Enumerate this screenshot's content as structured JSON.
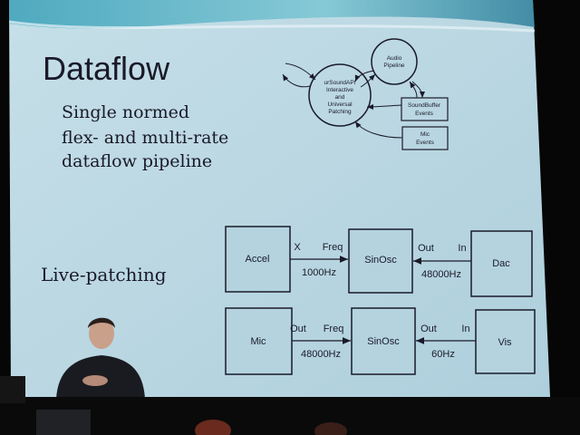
{
  "slide": {
    "title": "Dataflow",
    "bullet_lines": [
      "Single normed",
      "flex- and multi-rate",
      "dataflow pipeline"
    ],
    "subheading": "Live-patching",
    "top_diagram": {
      "main_node": [
        "urSoundAPI",
        "Interactive",
        "and",
        "Universal",
        "Patching"
      ],
      "audio_node": [
        "Audio",
        "Pipeline"
      ],
      "soundbuffer_node": [
        "SoundBuffer",
        "Events"
      ],
      "mic_node": [
        "Mic",
        "Events"
      ]
    },
    "patch_rows": [
      {
        "source": "Accel",
        "source_port": "X",
        "osc_in_port": "Freq",
        "left_rate": "1000Hz",
        "osc": "SinOsc",
        "osc_out_port": "Out",
        "sink_port": "In",
        "right_rate": "48000Hz",
        "sink": "Dac"
      },
      {
        "source": "Mic",
        "source_port": "Out",
        "osc_in_port": "Freq",
        "left_rate": "48000Hz",
        "osc": "SinOsc",
        "osc_out_port": "Out",
        "sink_port": "In",
        "right_rate": "60Hz",
        "sink": "Vis"
      }
    ]
  },
  "colors": {
    "slide_bg": "#bcd9e3",
    "accent": "#2a8fa6",
    "ink": "#1a1a28"
  }
}
